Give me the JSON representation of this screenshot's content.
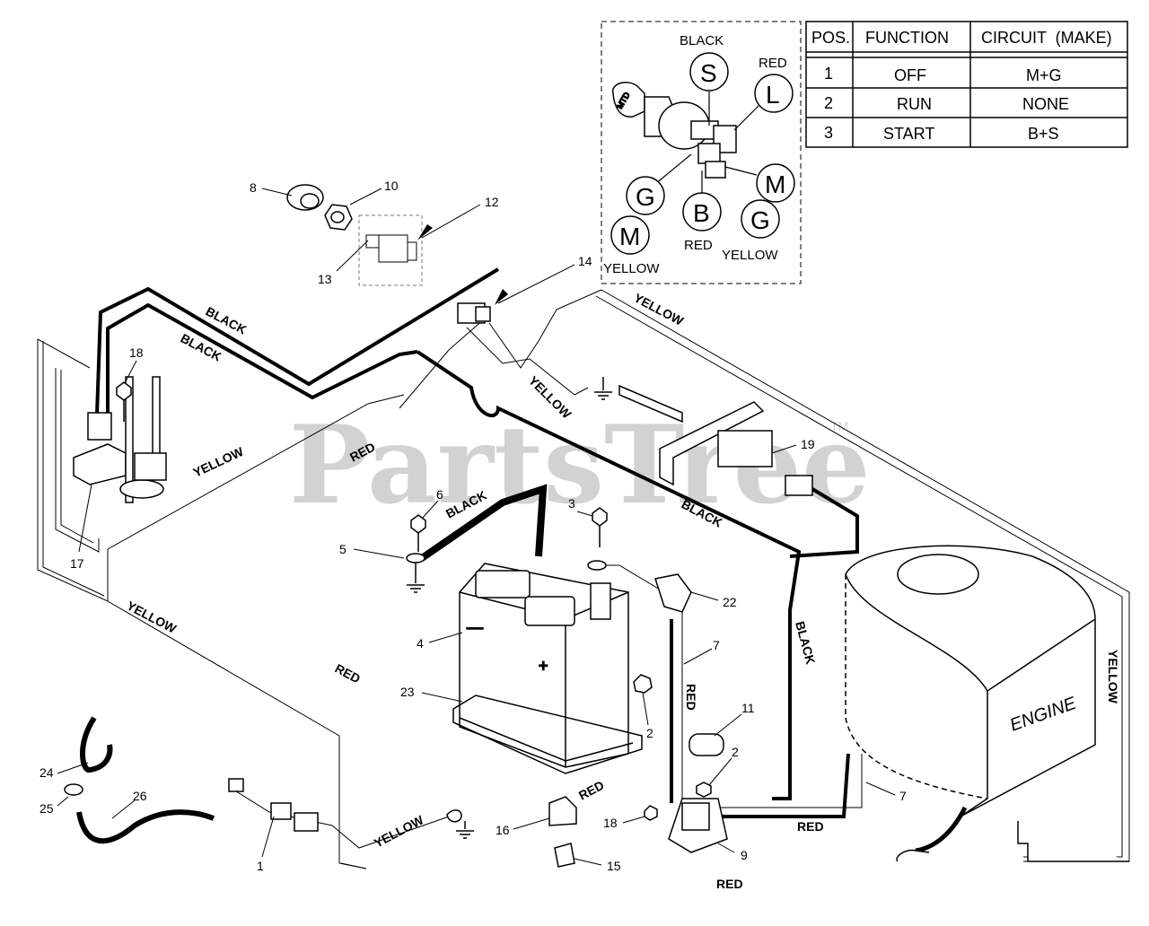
{
  "watermark": {
    "text": "PartsTree",
    "tm": "TM"
  },
  "switch_table": {
    "headers": [
      "POS.",
      "FUNCTION",
      "CIRCUIT  (MAKE)"
    ],
    "rows": [
      [
        "1",
        "OFF",
        "M+G"
      ],
      [
        "2",
        "RUN",
        "NONE"
      ],
      [
        "3",
        "START",
        "B+S"
      ]
    ]
  },
  "ignition_inset": {
    "terminals": [
      "S",
      "L",
      "M",
      "G",
      "B",
      "G",
      "M"
    ],
    "wire_colors": [
      "BLACK",
      "RED",
      "RED",
      "YELLOW",
      "YELLOW"
    ],
    "key_text": "MTD"
  },
  "wire_labels": [
    "BLACK",
    "BLACK",
    "YELLOW",
    "YELLOW",
    "RED",
    "YELLOW",
    "BLACK",
    "BLACK",
    "YELLOW",
    "RED",
    "BLACK",
    "RED",
    "YELLOW",
    "RED",
    "RED",
    "YELLOW",
    "RED"
  ],
  "engine_label": "ENGINE",
  "callouts": [
    "8",
    "10",
    "12",
    "13",
    "14",
    "18",
    "17",
    "6",
    "5",
    "3",
    "22",
    "4",
    "7",
    "2",
    "23",
    "11",
    "2",
    "1",
    "24",
    "25",
    "26",
    "16",
    "15",
    "18",
    "9",
    "7",
    "19"
  ],
  "colors": {
    "line": "#000000",
    "watermark": "#d2d2d2",
    "background": "#ffffff"
  }
}
